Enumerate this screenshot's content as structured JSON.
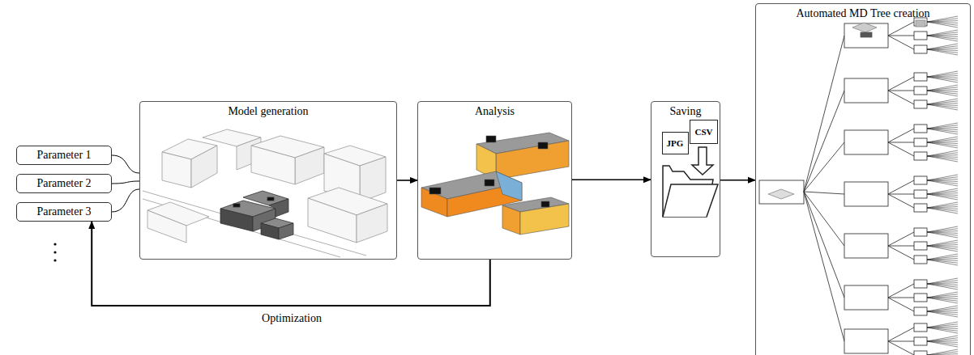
{
  "diagram": {
    "nodes": [
      {
        "text": [
          "Parameter 1"
        ]
      },
      {
        "text": [
          "Parameter 2"
        ]
      },
      {
        "text": [
          "Parameter 3"
        ]
      },
      {
        "text": [
          "Model generation"
        ]
      },
      {
        "text": [
          "Analysis"
        ]
      },
      {
        "text": [
          "Saving"
        ]
      },
      {
        "text": [
          "JPG"
        ],
        "in": 5
      },
      {
        "text": [
          "CSV"
        ],
        "in": 5
      },
      {
        "text": [
          "Automated MD Tree creation"
        ]
      }
    ],
    "edges": [
      {
        "from": 0,
        "to": 3,
        "arrow": "none"
      },
      {
        "from": 1,
        "to": 3,
        "arrow": "none"
      },
      {
        "from": 2,
        "to": 3,
        "arrow": "none"
      },
      {
        "from": 3,
        "to": 4,
        "arrow": "to"
      },
      {
        "from": 4,
        "to": 5,
        "arrow": "to"
      },
      {
        "from": 5,
        "to": 8,
        "arrow": "to"
      },
      {
        "from": 4,
        "to": 2,
        "label": "Optimization",
        "arrow": "to"
      }
    ]
  }
}
